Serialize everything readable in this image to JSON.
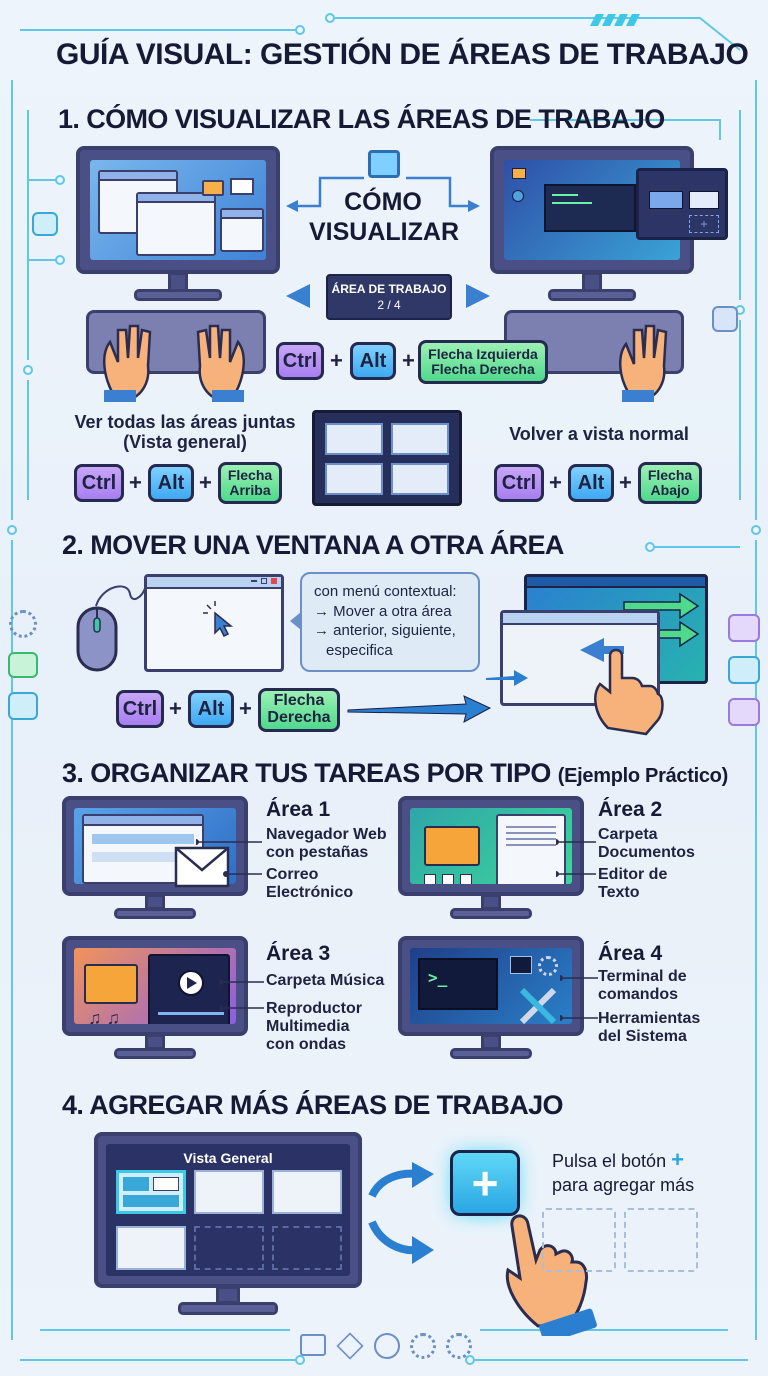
{
  "title": "GUÍA VISUAL: GESTIÓN DE ÁREAS DE TRABAJO",
  "section1": {
    "heading": "1. CÓMO VISUALIZAR LAS ÁREAS DE TRABAJO",
    "center_line1": "CÓMO",
    "center_line2": "VISUALIZAR",
    "indicator_line1": "ÁREA DE TRABAJO",
    "indicator_line2": "2 / 4",
    "keys_main": {
      "k1": "Ctrl",
      "k2": "Alt",
      "k3_line1": "Flecha Izquierda",
      "k3_line2": "Flecha Derecha"
    },
    "overview_label_line1": "Ver todas las áreas juntas",
    "overview_label_line2": "(Vista general)",
    "keys_overview": {
      "k1": "Ctrl",
      "k2": "Alt",
      "k3_line1": "Flecha",
      "k3_line2": "Arriba"
    },
    "normal_label": "Volver a vista normal",
    "keys_normal": {
      "k1": "Ctrl",
      "k2": "Alt",
      "k3_line1": "Flecha",
      "k3_line2": "Abajo"
    },
    "plus": "+"
  },
  "section2": {
    "heading": "2. MOVER UNA VENTANA A OTRA ÁREA",
    "bubble_title": "con menú contextual:",
    "bubble_line1": "→ Mover a otra área",
    "bubble_line2": "→ anterior, siguiente,",
    "bubble_line3": "especifica",
    "keys": {
      "k1": "Ctrl",
      "k2": "Alt",
      "k3_line1": "Flecha",
      "k3_line2": "Derecha"
    }
  },
  "section3": {
    "heading": "3. ORGANIZAR TUS TAREAS POR TIPO",
    "heading_small": "(Ejemplo Práctico)",
    "areas": [
      {
        "title": "Área 1",
        "item1_line1": "Navegador Web",
        "item1_line2": "con pestañas",
        "item2_line1": "Correo",
        "item2_line2": "Electrónico"
      },
      {
        "title": "Área 2",
        "item1_line1": "Carpeta",
        "item1_line2": "Documentos",
        "item2_line1": "Editor de",
        "item2_line2": "Texto"
      },
      {
        "title": "Área 3",
        "item1_line1": "Carpeta Música",
        "item2_line1": "Reproductor",
        "item2_line2": "Multimedia",
        "item2_line3": "con ondas"
      },
      {
        "title": "Área 4",
        "item1_line1": "Terminal de",
        "item1_line2": "comandos",
        "item2_line1": "Herramientas",
        "item2_line2": "del Sistema"
      }
    ],
    "terminal_prompt": ">_"
  },
  "section4": {
    "heading": "4. AGREGAR MÁS ÁREAS DE TRABAJO",
    "overview_title": "Vista General",
    "hint_line1": "Pulsa el botón",
    "hint_plus": "+",
    "hint_line2": "para agregar más",
    "add_button": "+"
  },
  "colors": {
    "dark_navy": "#161a35",
    "monitor": "#4a4f85",
    "key_purple": "#a77ff0",
    "key_blue": "#3ea9f2",
    "key_green": "#4fd98c",
    "accent_cyan": "#3ec8e8"
  }
}
